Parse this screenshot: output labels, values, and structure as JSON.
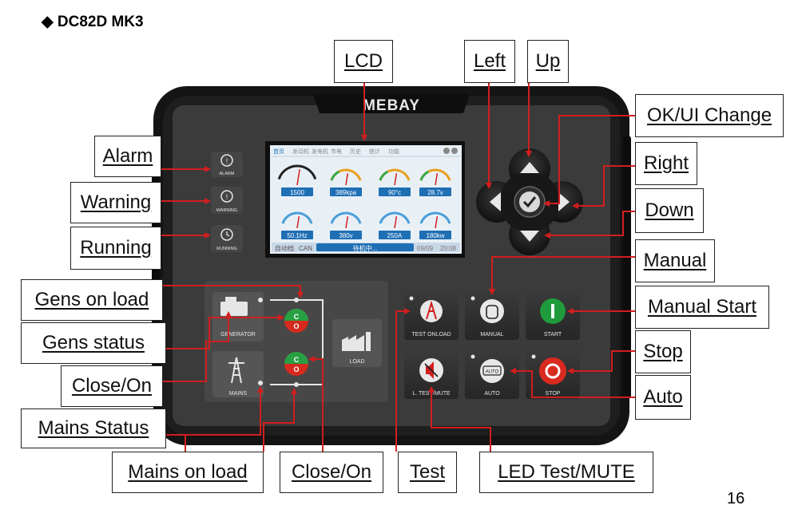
{
  "doc_title": "◆ DC82D MK3",
  "page_number": "16",
  "brand": "MEBAY",
  "callouts": {
    "lcd": "LCD",
    "left": "Left",
    "up": "Up",
    "ok_ui_change": "OK/UI Change",
    "right": "Right",
    "down": "Down",
    "manual": "Manual",
    "manual_start": "Manual Start",
    "stop": "Stop",
    "auto": "Auto",
    "alarm": "Alarm",
    "warning": "Warning",
    "running": "Running",
    "gens_on_load": "Gens on load",
    "gens_status": "Gens status",
    "close_on_gen": "Close/On",
    "mains_status": "Mains Status",
    "mains_on_load": "Mains on load",
    "close_on_mains": "Close/On",
    "test": "Test",
    "led_test_mute": "LED Test/MUTE"
  },
  "indicators": {
    "alarm": "ALARM",
    "warning": "WARNING",
    "running": "RUNNING"
  },
  "panel_labels": {
    "generator": "GENERATOR",
    "mains": "MAINS",
    "load": "LOAD"
  },
  "switch_labels": {
    "close": "C",
    "open": "O"
  },
  "buttons": {
    "test_onload": "TEST ONLOAD",
    "manual": "MANUAL",
    "start": "START",
    "lamp_test_mute": "L. TEST/MUTE",
    "auto": "AUTO",
    "stop": "STOP",
    "auto_icon_text": "AUTO"
  },
  "lcd": {
    "tabs": [
      "首页",
      "发动机",
      "发电机",
      "市电",
      "历史",
      "统计",
      "功能"
    ],
    "gauges_top": [
      "1500",
      "389kpa",
      "90°c",
      "28.7v"
    ],
    "gauges_bottom": [
      "50.1Hz",
      "380v",
      "250A",
      "180kw"
    ],
    "status": {
      "mode": "自动档",
      "bus": "CAN",
      "message": "待机中...",
      "date": "09/09",
      "time": "20:08"
    }
  },
  "colors": {
    "bezel": "#161616",
    "panel": "#3a3a3a",
    "screen_bg": "#e8f0f6",
    "screen_bar": "#1f6fb5",
    "arrow": "#d21e1e",
    "start_green": "#1f9a3c",
    "stop_red": "#d92a1f"
  }
}
